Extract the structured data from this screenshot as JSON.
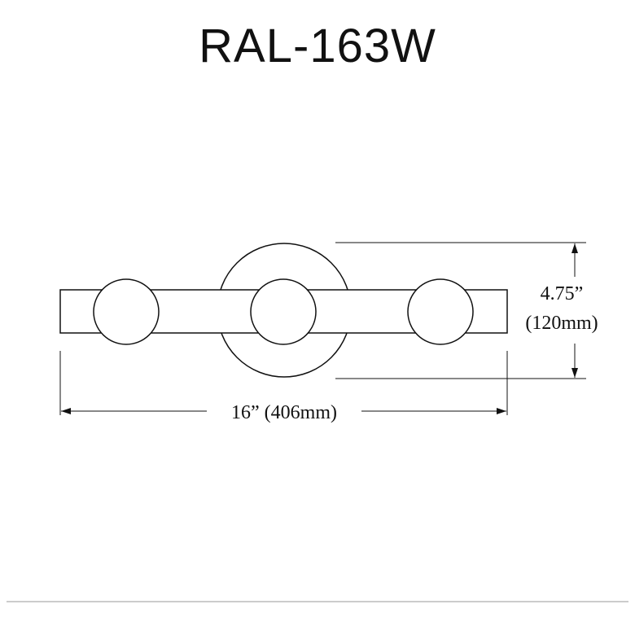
{
  "title": "RAL-163W",
  "dimensions": {
    "height_inches": "4.75”",
    "height_mm": "(120mm)",
    "width_label": "16” (406mm)"
  },
  "colors": {
    "line": "#111111",
    "background": "#ffffff",
    "footer_rule": "#999999"
  }
}
